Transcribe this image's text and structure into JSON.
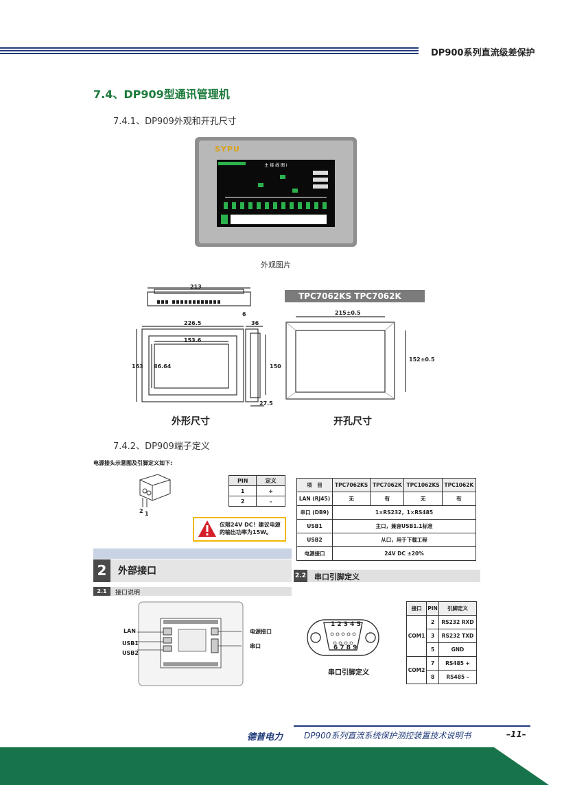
{
  "header": {
    "title": "DP900系列直流级差保护"
  },
  "section": {
    "title": "7.4、DP909型通讯管理机"
  },
  "sub1": {
    "title": "7.4.1、DP909外观和开孔尺寸"
  },
  "photo": {
    "caption": "外观图片",
    "logo": "SYPU",
    "screen_title": "主 接 线 图 I"
  },
  "drawing": {
    "outline_label": "外形尺寸",
    "cutout_label": "开孔尺寸",
    "model_bar": "TPC7062KS   TPC7062K",
    "dims": {
      "d213": "213",
      "d6": "6",
      "d2265": "226.5",
      "d36": "36",
      "d1536": "153.6",
      "d163": "163",
      "d8664": "86.64",
      "d150": "150",
      "d275": "27.5",
      "d215": "215±0.5",
      "d152": "152±0.5"
    }
  },
  "sub2": {
    "title": "7.4.2、DP909端子定义"
  },
  "connector": {
    "note": "电源接头示意图及引脚定义如下:",
    "pin_labels": [
      "2",
      "1"
    ],
    "pin_table": {
      "headers": [
        "PIN",
        "定义"
      ],
      "rows": [
        [
          "1",
          "+"
        ],
        [
          "2",
          "–"
        ]
      ]
    },
    "warning": "仅限24V DC！建议电源的输出功率为15W。"
  },
  "spec_table": {
    "headers": [
      "项　目",
      "TPC7062KS",
      "TPC7062K",
      "TPC1062KS",
      "TPC1062K"
    ],
    "lan": [
      "LAN (RJ45)",
      "无",
      "有",
      "无",
      "有"
    ],
    "serial": [
      "串口 (DB9)",
      "1×RS232，1×RS485"
    ],
    "usb1": [
      "USB1",
      "主口，兼容USB1.1标准"
    ],
    "usb2": [
      "USB2",
      "从口，用于下载工程"
    ],
    "power": [
      "电源接口",
      "24V DC ±20%"
    ]
  },
  "ext": {
    "num": "2",
    "title": "外部接口",
    "sub_num": "2.1",
    "sub_title": "接口说明",
    "labels_left": [
      "LAN",
      "USB1",
      "USB2"
    ],
    "labels_right": [
      "电源接口",
      "串口"
    ]
  },
  "serial": {
    "num": "2.2",
    "title": "串口引脚定义",
    "connector_caption": "串口引脚定义",
    "top_pins": "1 2 3 4 5",
    "bottom_pins": "6 7 8 9",
    "table": {
      "headers": [
        "接口",
        "PIN",
        "引脚定义"
      ],
      "com1": "COM1",
      "com2": "COM2",
      "rows": [
        [
          "2",
          "RS232 RXD"
        ],
        [
          "3",
          "RS232 TXD"
        ],
        [
          "5",
          "GND"
        ],
        [
          "7",
          "RS485 +"
        ],
        [
          "8",
          "RS485 –"
        ]
      ]
    }
  },
  "footer": {
    "brand": "德普电力",
    "text": "DP900系列直流系统保护测控装置技术说明书",
    "page": "–11–"
  },
  "colors": {
    "accent_green": "#1d7a3c",
    "navy": "#1f3a7a",
    "footer_green": "#17744a"
  }
}
